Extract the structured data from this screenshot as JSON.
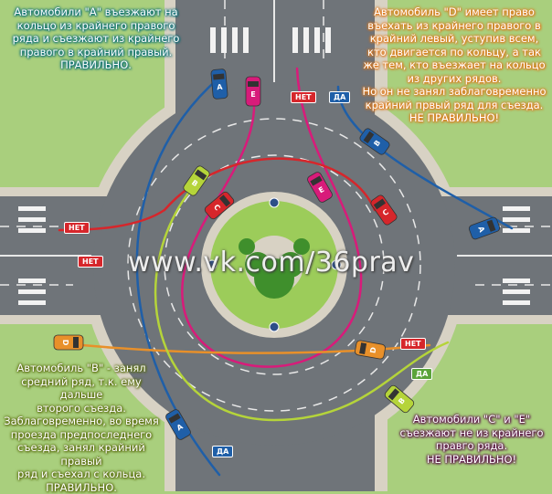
{
  "notes": {
    "a": [
      "Автомобили \"А\" въезжают на",
      "кольцо из крайнего правого",
      "ряда и съезжают из крайнего",
      "правого в крайний правый.",
      "ПРАВИЛЬНО."
    ],
    "d": [
      "Автомобиль \"D\" имеет право",
      "въехать из крайнего правого в",
      "крайний левый, уступив всем,",
      "кто двигается по кольцу, а так",
      "же тем, кто въезжает на кольцо",
      "из других рядов.",
      "Но он не занял заблаговременно",
      "крайний првый ряд для съезда.",
      "НЕ ПРАВИЛЬНО!"
    ],
    "b": [
      "Автомобиль \"В\" - занял",
      "средний ряд, т.к. ему дальше",
      "второго съезда.",
      "Заблаговременно, во время",
      "проезда предпоследнего",
      "съезда, занял крайний",
      "правый",
      "ряд и съехал с кольца.",
      "ПРАВИЛЬНО."
    ],
    "ce": [
      "Автомобили \"С\" и \"Е\"",
      "съезжают не из крайнего",
      "правго ряда.",
      "НЕ ПРАВИЛЬНО!"
    ]
  },
  "watermark": "www.vk.com/36prav",
  "tags": {
    "no": "НЕТ",
    "yes": "ДА"
  },
  "cars": [
    "A",
    "E",
    "B",
    "C",
    "E",
    "C",
    "A",
    "D",
    "D",
    "B",
    "A",
    "B"
  ],
  "colors": {
    "a": "#1f5fa8",
    "e": "#d81b7a",
    "c": "#d6262b",
    "d": "#e8902a",
    "b": "#b5d43a",
    "road": "#6f7479"
  }
}
